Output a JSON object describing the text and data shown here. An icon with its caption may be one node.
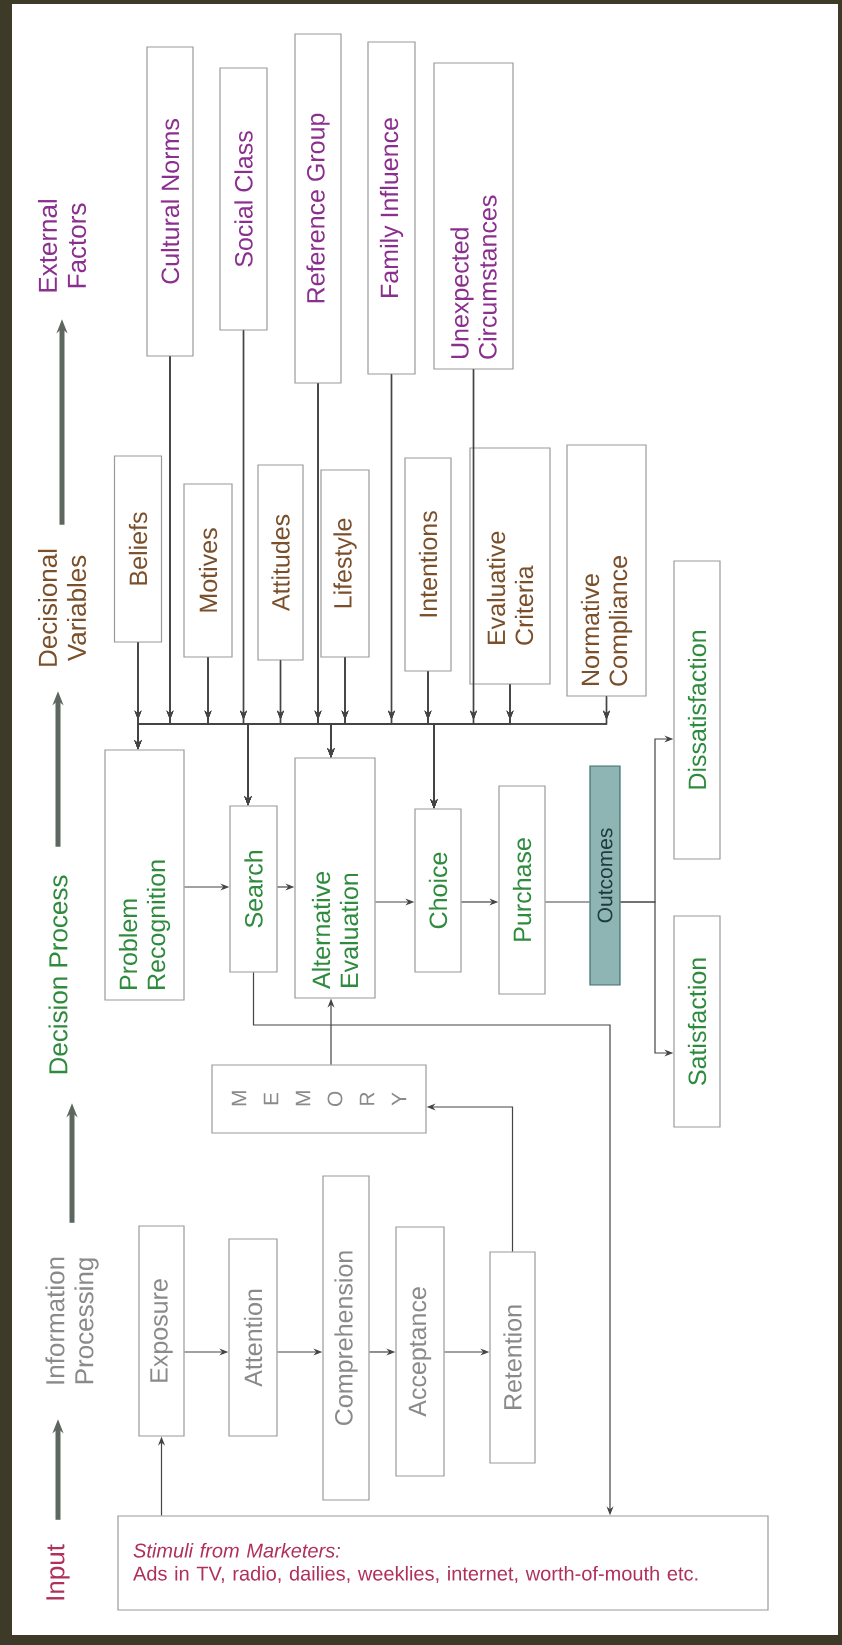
{
  "diagram": {
    "nodes": [
      {
        "text": [
          "Input"
        ]
      },
      {
        "text": [
          "Information Processing"
        ]
      },
      {
        "text": [
          "Decision Process"
        ]
      },
      {
        "text": [
          "Decisional Variables"
        ]
      },
      {
        "text": [
          "External Factors"
        ]
      },
      {
        "text": [
          "Exposure"
        ]
      },
      {
        "text": [
          "Attention"
        ]
      },
      {
        "text": [
          "Comprehension"
        ]
      },
      {
        "text": [
          "Acceptance"
        ]
      },
      {
        "text": [
          "Retention"
        ]
      },
      {
        "text": [
          "M E M O R Y"
        ]
      },
      {
        "text": [
          "Problem Recognition"
        ]
      },
      {
        "text": [
          "Search"
        ]
      },
      {
        "text": [
          "Alternative Evaluation"
        ]
      },
      {
        "text": [
          "Choice"
        ]
      },
      {
        "text": [
          "Purchase"
        ]
      },
      {
        "text": [
          "Outcomes"
        ]
      },
      {
        "text": [
          "Satisfaction"
        ]
      },
      {
        "text": [
          "Dissatisfaction"
        ]
      },
      {
        "text": [
          "Beliefs"
        ]
      },
      {
        "text": [
          "Motives"
        ]
      },
      {
        "text": [
          "Attitudes"
        ]
      },
      {
        "text": [
          "Lifestyle"
        ]
      },
      {
        "text": [
          "Intentions"
        ]
      },
      {
        "text": [
          "Evaluative Criteria"
        ]
      },
      {
        "text": [
          "Normative Compliance"
        ]
      },
      {
        "text": [
          "Cultural Norms"
        ]
      },
      {
        "text": [
          "Social Class"
        ]
      },
      {
        "text": [
          "Reference Group"
        ]
      },
      {
        "text": [
          "Family Influence"
        ]
      },
      {
        "text": [
          "Unexpected Circumstances"
        ]
      },
      {
        "text": [
          "Stimuli from Marketers:",
          "Ads in TV, radio, dailies, weeklies, internet, worth-of-mouth etc."
        ]
      }
    ],
    "edges": [
      {
        "from": 0,
        "to": 1,
        "arrow": "to",
        "style": "thick"
      },
      {
        "from": 1,
        "to": 2,
        "arrow": "to",
        "style": "thick"
      },
      {
        "from": 2,
        "to": 3,
        "arrow": "to",
        "style": "thick"
      },
      {
        "from": 3,
        "to": 4,
        "arrow": "to",
        "style": "thick"
      },
      {
        "from": 31,
        "to": 5,
        "arrow": "to"
      },
      {
        "from": 5,
        "to": 6,
        "arrow": "to"
      },
      {
        "from": 6,
        "to": 7,
        "arrow": "to"
      },
      {
        "from": 7,
        "to": 8,
        "arrow": "to"
      },
      {
        "from": 8,
        "to": 9,
        "arrow": "to"
      },
      {
        "from": 9,
        "to": 10,
        "arrow": "to"
      },
      {
        "from": 10,
        "to": 13,
        "arrow": "to"
      },
      {
        "from": 12,
        "to": 31,
        "arrow": "to"
      },
      {
        "from": 11,
        "to": 12,
        "arrow": "to"
      },
      {
        "from": 12,
        "to": 13,
        "arrow": "to"
      },
      {
        "from": 13,
        "to": 14,
        "arrow": "to"
      },
      {
        "from": 14,
        "to": 15,
        "arrow": "to"
      },
      {
        "from": 15,
        "to": 16,
        "arrow": "none"
      },
      {
        "from": 16,
        "to": 17,
        "arrow": "to"
      },
      {
        "from": 16,
        "to": 18,
        "arrow": "to"
      },
      {
        "from": 19,
        "to": 11,
        "arrow": "to"
      },
      {
        "from": 19,
        "to": 12,
        "arrow": "to"
      },
      {
        "from": 19,
        "to": 13,
        "arrow": "to"
      },
      {
        "from": 19,
        "to": 14,
        "arrow": "to"
      },
      {
        "from": 20,
        "to": 11,
        "arrow": "to"
      },
      {
        "from": 20,
        "to": 12,
        "arrow": "to"
      },
      {
        "from": 20,
        "to": 13,
        "arrow": "to"
      },
      {
        "from": 20,
        "to": 14,
        "arrow": "to"
      },
      {
        "from": 21,
        "to": 11,
        "arrow": "to"
      },
      {
        "from": 21,
        "to": 12,
        "arrow": "to"
      },
      {
        "from": 21,
        "to": 13,
        "arrow": "to"
      },
      {
        "from": 21,
        "to": 14,
        "arrow": "to"
      },
      {
        "from": 22,
        "to": 11,
        "arrow": "to"
      },
      {
        "from": 22,
        "to": 12,
        "arrow": "to"
      },
      {
        "from": 22,
        "to": 13,
        "arrow": "to"
      },
      {
        "from": 22,
        "to": 14,
        "arrow": "to"
      },
      {
        "from": 23,
        "to": 11,
        "arrow": "to"
      },
      {
        "from": 23,
        "to": 12,
        "arrow": "to"
      },
      {
        "from": 23,
        "to": 13,
        "arrow": "to"
      },
      {
        "from": 23,
        "to": 14,
        "arrow": "to"
      },
      {
        "from": 24,
        "to": 11,
        "arrow": "to"
      },
      {
        "from": 24,
        "to": 12,
        "arrow": "to"
      },
      {
        "from": 24,
        "to": 13,
        "arrow": "to"
      },
      {
        "from": 24,
        "to": 14,
        "arrow": "to"
      },
      {
        "from": 25,
        "to": 11,
        "arrow": "to"
      },
      {
        "from": 25,
        "to": 12,
        "arrow": "to"
      },
      {
        "from": 25,
        "to": 13,
        "arrow": "to"
      },
      {
        "from": 25,
        "to": 14,
        "arrow": "to"
      },
      {
        "from": 26,
        "to": 11,
        "arrow": "to"
      },
      {
        "from": 26,
        "to": 12,
        "arrow": "to"
      },
      {
        "from": 26,
        "to": 13,
        "arrow": "to"
      },
      {
        "from": 26,
        "to": 14,
        "arrow": "to"
      },
      {
        "from": 27,
        "to": 11,
        "arrow": "to"
      },
      {
        "from": 27,
        "to": 12,
        "arrow": "to"
      },
      {
        "from": 27,
        "to": 13,
        "arrow": "to"
      },
      {
        "from": 27,
        "to": 14,
        "arrow": "to"
      },
      {
        "from": 28,
        "to": 11,
        "arrow": "to"
      },
      {
        "from": 28,
        "to": 12,
        "arrow": "to"
      },
      {
        "from": 28,
        "to": 13,
        "arrow": "to"
      },
      {
        "from": 28,
        "to": 14,
        "arrow": "to"
      },
      {
        "from": 29,
        "to": 11,
        "arrow": "to"
      },
      {
        "from": 29,
        "to": 12,
        "arrow": "to"
      },
      {
        "from": 29,
        "to": 13,
        "arrow": "to"
      },
      {
        "from": 29,
        "to": 14,
        "arrow": "to"
      },
      {
        "from": 30,
        "to": 11,
        "arrow": "to"
      },
      {
        "from": 30,
        "to": 12,
        "arrow": "to"
      },
      {
        "from": 30,
        "to": 13,
        "arrow": "to"
      },
      {
        "from": 30,
        "to": 14,
        "arrow": "to"
      }
    ]
  }
}
